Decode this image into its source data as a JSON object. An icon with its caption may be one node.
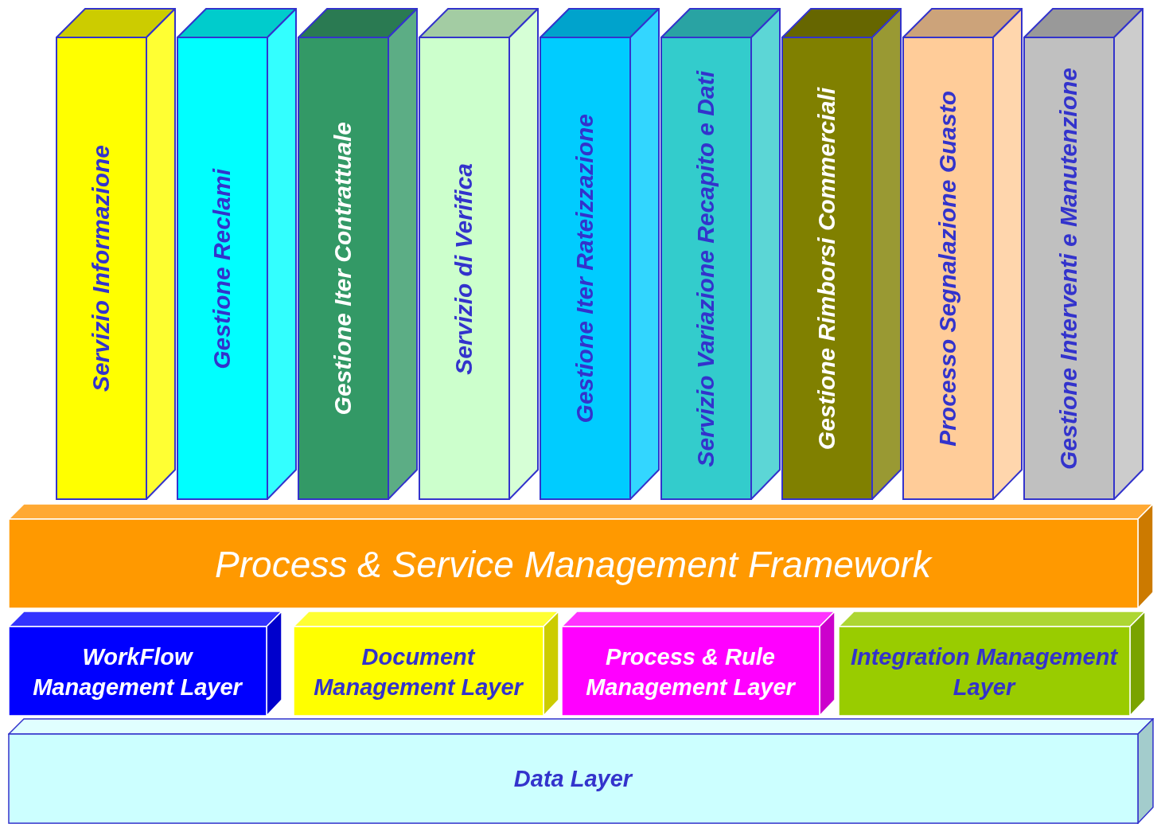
{
  "diagram": {
    "nodes": [
      {
        "text": [
          "Servizio Informazione"
        ]
      },
      {
        "text": [
          "Gestione Reclami"
        ]
      },
      {
        "text": [
          "Gestione Iter Contrattuale"
        ]
      },
      {
        "text": [
          "Servizio di Verifica"
        ]
      },
      {
        "text": [
          "Gestione Iter Rateizzazione"
        ]
      },
      {
        "text": [
          "Servizio Variazione Recapito e Dati"
        ]
      },
      {
        "text": [
          "Gestione Rimborsi Commerciali"
        ]
      },
      {
        "text": [
          "Processo Segnalazione Guasto"
        ]
      },
      {
        "text": [
          "Gestione Interventi e Manutenzione"
        ]
      },
      {
        "text": [
          "Process & Service Management Framework"
        ]
      },
      {
        "text": [
          "WorkFlow Management Layer"
        ]
      },
      {
        "text": [
          "Document Management Layer"
        ]
      },
      {
        "text": [
          "Process & Rule Management Layer"
        ]
      },
      {
        "text": [
          "Integration Management Layer"
        ]
      },
      {
        "text": [
          "Data Layer"
        ]
      }
    ]
  }
}
